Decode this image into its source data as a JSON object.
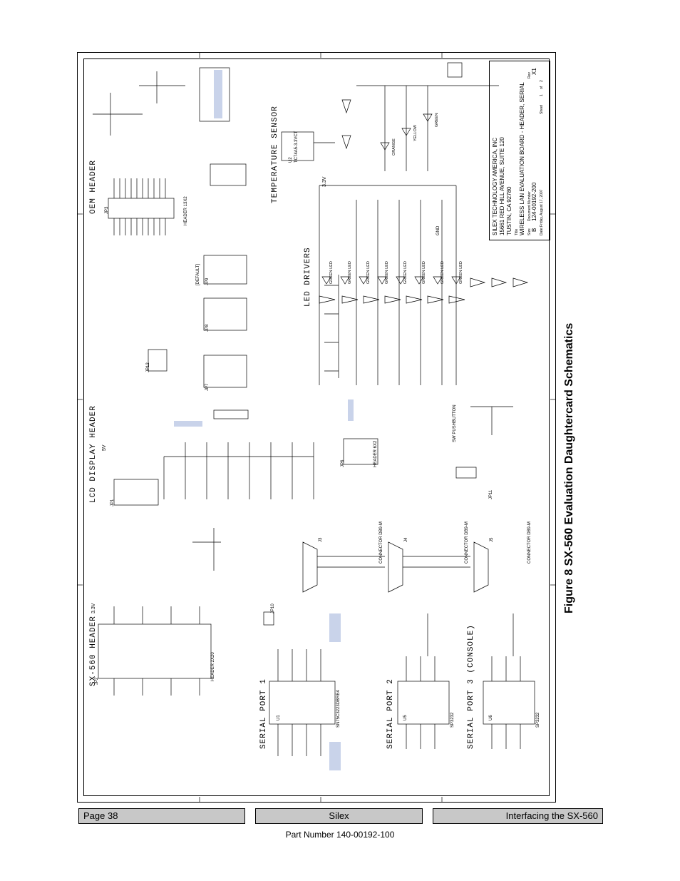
{
  "figure": {
    "title": "Figure 8   SX-560 Evaluation Daughtercard Schematics"
  },
  "sections": {
    "oem_header": "OEM HEADER",
    "temperature_sensor": "TEMPERATURE SENSOR",
    "led_drivers": "LED DRIVERS",
    "lcd_display_header": "LCD DISPLAY HEADER",
    "sx560_header": "SX-560 HEADER",
    "serial_port_1": "SERIAL PORT 1",
    "serial_port_2": "SERIAL PORT 2",
    "serial_port_3": "SERIAL PORT 3 (CONSOLE)"
  },
  "title_block": {
    "company": "SILEX TECHNOLOGY AMERICA, INC",
    "address1": "15661 RED HILL AVENUE, SUITE 120",
    "address2": "TUSTIN, CA 92780",
    "title_label": "Title",
    "title": "WIRELESS LAN EVALUATION BOARD - HEADER, SERIAL",
    "size_label": "Size",
    "size": "B",
    "doc_label": "Document Number",
    "doc_number": "124-00192-200",
    "rev_label": "Rev",
    "rev": "X1",
    "date_label": "Date:",
    "date": "Friday, August 17, 2007",
    "sheet_label": "Sheet",
    "sheet": "1",
    "of_label": "of",
    "sheets": "2"
  },
  "parts": {
    "u1": "U1",
    "u1_part": "SN75C3223DBRE4",
    "u2": "U2",
    "u2_part": "TC74A5-3.3VCT",
    "u5": "U5",
    "u5_part": "SP3232",
    "u6": "U6",
    "u6_part": "SP3232",
    "jp1": "JP1",
    "jp2": "JP2",
    "jp3": "JP3",
    "jp6": "JP6",
    "jp7": "JP7",
    "jp8": "JP8",
    "jp9": "JP9",
    "jp10": "JP10",
    "jp11": "JP11",
    "jp12": "JP12",
    "j3": "J3",
    "j4": "J4",
    "j5": "J5",
    "conn_db9": "CONNECTOR DB9-M",
    "header_2x20": "HEADER 2X20",
    "header_2x13": "HEADER 13X2",
    "header_6x2": "HEADER 6X2",
    "leds": [
      "GREEN LED",
      "GREEN LED",
      "GREEN LED",
      "GREEN LED",
      "GREEN LED",
      "GREEN LED",
      "GREEN LED",
      "GREEN LED"
    ],
    "led_top": [
      "ORANGE",
      "YELLOW",
      "GREEN"
    ],
    "v33": "3.3V",
    "v5": "5V",
    "gnd": "GND",
    "sw1": "SW PUSHBUTTON",
    "default": "[DEFAULT]"
  },
  "footer": {
    "page": "Page 38",
    "company": "Silex",
    "section": "Interfacing the SX-560",
    "part_number": "Part Number 140-00192-100"
  }
}
